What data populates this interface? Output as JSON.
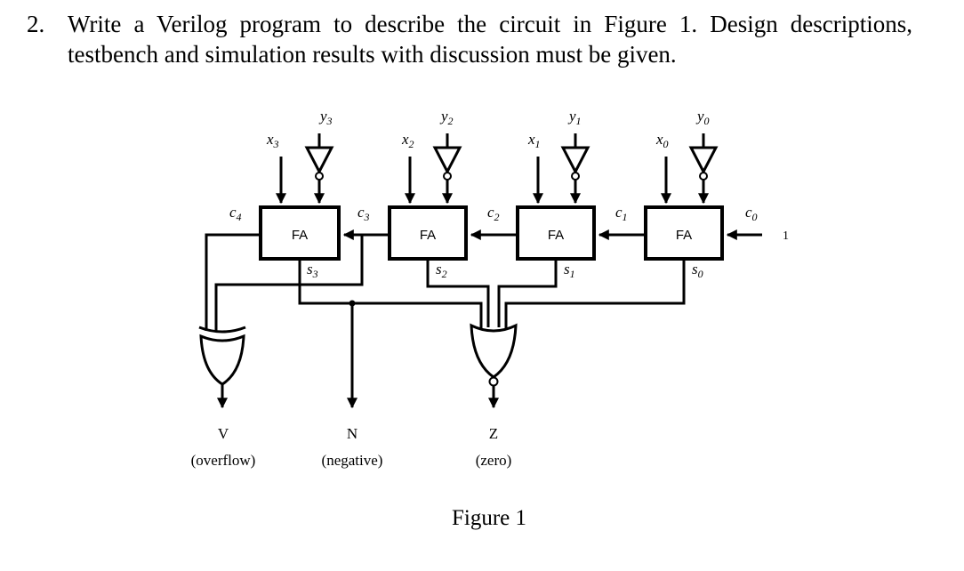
{
  "question": {
    "number": "2.",
    "text": "Write a Verilog program to describe the circuit in Figure 1. Design descriptions, testbench and simulation results with discussion must be given."
  },
  "figure": {
    "caption": "Figure 1",
    "block_label": "FA",
    "carry_in_value": "1",
    "stages": [
      {
        "x": "x",
        "xi": "3",
        "y": "y",
        "yi": "3",
        "s": "s",
        "si": "3",
        "c": "c",
        "ci": "3"
      },
      {
        "x": "x",
        "xi": "2",
        "y": "y",
        "yi": "2",
        "s": "s",
        "si": "2",
        "c": "c",
        "ci": "2"
      },
      {
        "x": "x",
        "xi": "1",
        "y": "y",
        "yi": "1",
        "s": "s",
        "si": "1",
        "c": "c",
        "ci": "1"
      },
      {
        "x": "x",
        "xi": "0",
        "y": "y",
        "yi": "0",
        "s": "s",
        "si": "0",
        "c": "c",
        "ci": "0"
      }
    ],
    "carry_out": {
      "c": "c",
      "ci": "4"
    },
    "outputs": {
      "v": {
        "name": "V",
        "desc": "(overflow)"
      },
      "n": {
        "name": "N",
        "desc": "(negative)"
      },
      "z": {
        "name": "Z",
        "desc": "(zero)"
      }
    }
  }
}
